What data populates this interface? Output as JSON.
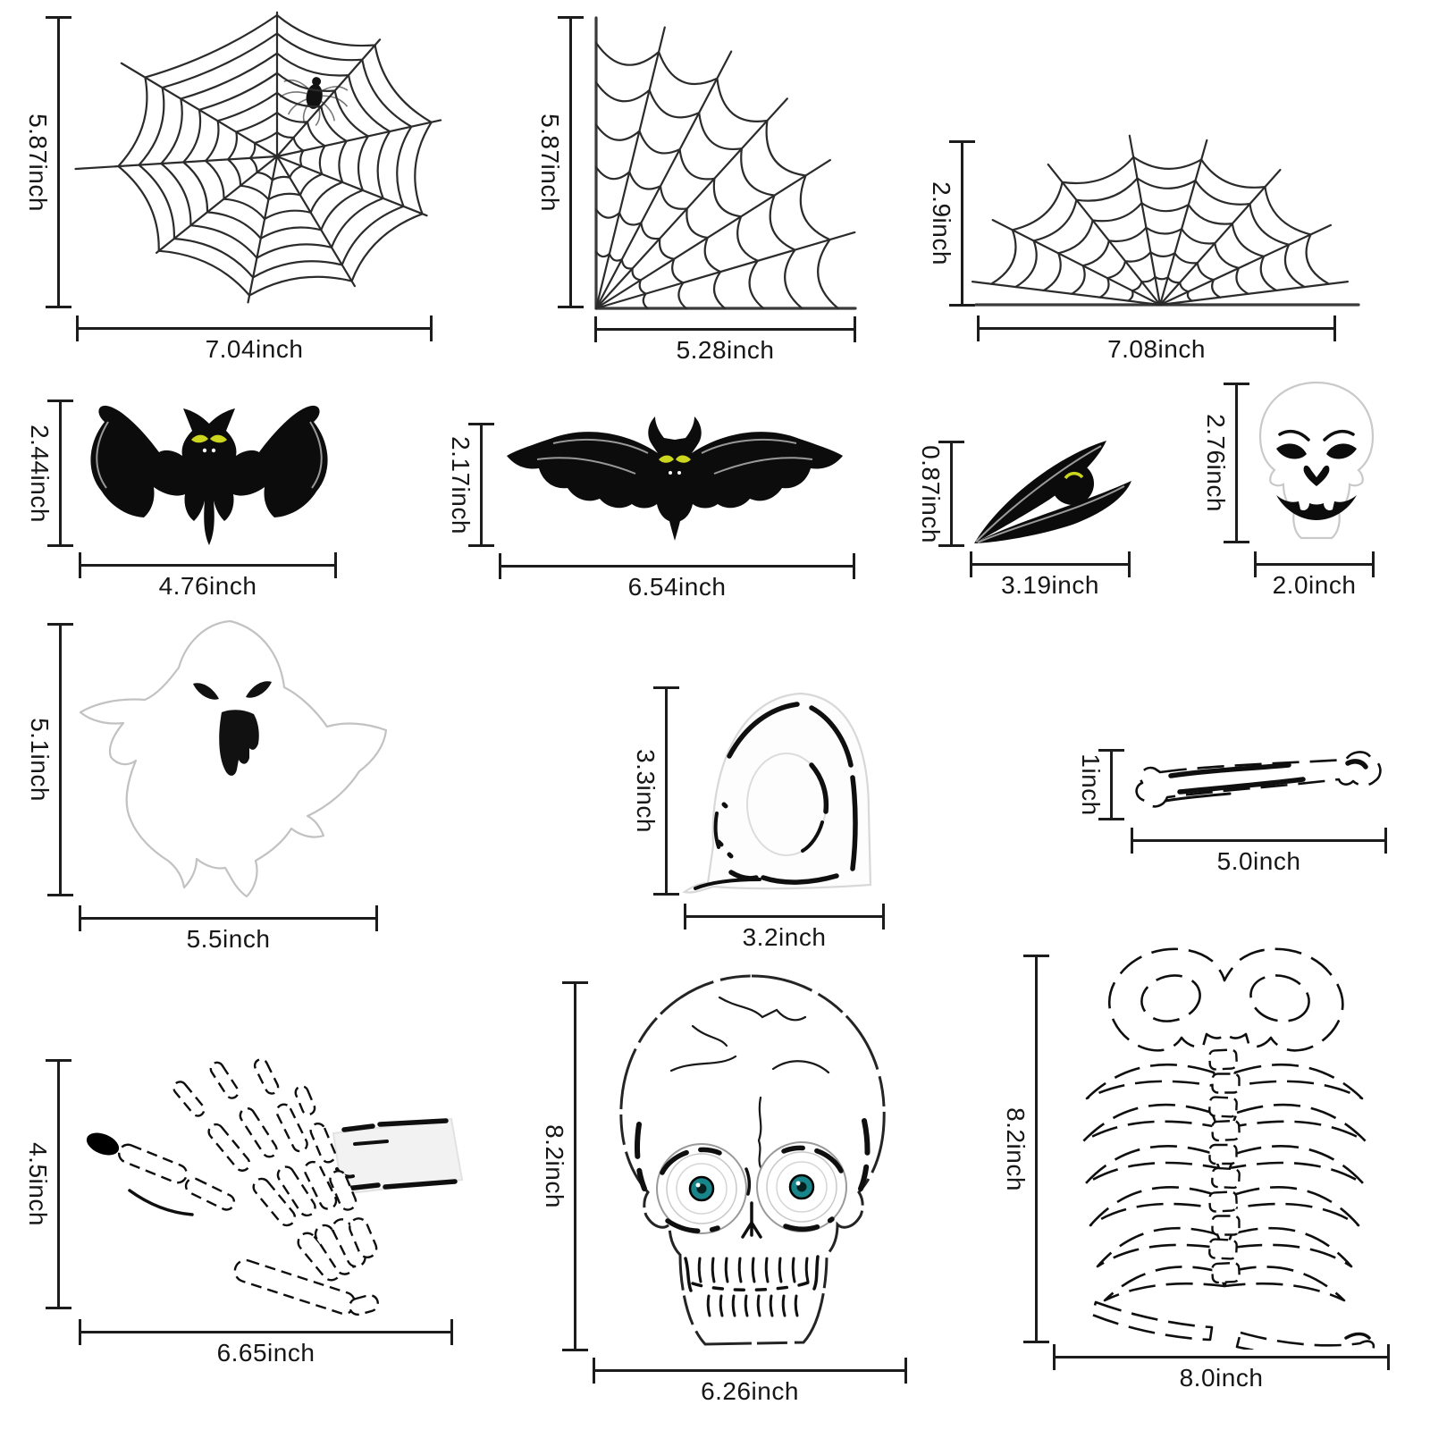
{
  "page": {
    "background": "#ffffff",
    "unit": "inch"
  },
  "colors": {
    "dimension_line": "#1c1c1c",
    "silhouette_black": "#0c0c0c",
    "bat_eye_yellow": "#cdd61e",
    "skull_iris_teal": "#17858a",
    "faint_outline_gray": "#c9c9c9"
  },
  "items": [
    {
      "name": "round-spider-web",
      "height": "5.87inch",
      "width": "7.04inch"
    },
    {
      "name": "corner-spider-web",
      "height": "5.87inch",
      "width": "5.28inch"
    },
    {
      "name": "half-spider-web",
      "height": "2.9inch",
      "width": "7.08inch"
    },
    {
      "name": "bat-curved-wings",
      "height": "2.44inch",
      "width": "4.76inch"
    },
    {
      "name": "bat-spread-wings",
      "height": "2.17inch",
      "width": "6.54inch"
    },
    {
      "name": "bat-folded-wings",
      "height": "0.87inch",
      "width": "3.19inch"
    },
    {
      "name": "skull-face-sticker",
      "height": "2.76inch",
      "width": "2.0inch"
    },
    {
      "name": "ghost",
      "height": "5.1inch",
      "width": "5.5inch"
    },
    {
      "name": "tombstone",
      "height": "3.3inch",
      "width": "3.2inch"
    },
    {
      "name": "bone",
      "height": "1inch",
      "width": "5.0inch"
    },
    {
      "name": "skeleton-hand",
      "height": "4.5inch",
      "width": "6.65inch"
    },
    {
      "name": "skull",
      "height": "8.2inch",
      "width": "6.26inch"
    },
    {
      "name": "rib-cage",
      "height": "8.2inch",
      "width": "8.0inch"
    }
  ]
}
